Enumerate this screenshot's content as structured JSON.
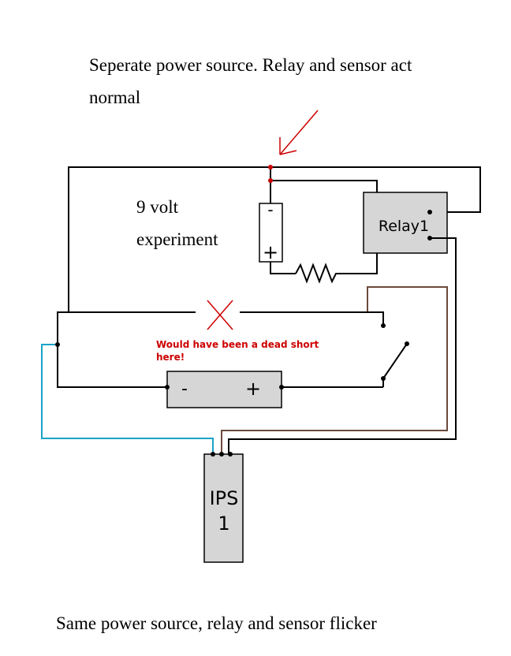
{
  "text": {
    "top_caption_line1": "Seperate power source. Relay and sensor act",
    "top_caption_line2": "normal",
    "experiment_line1": "9 volt",
    "experiment_line2": "experiment",
    "relay_label": "Relay1",
    "battery_small_minus": "-",
    "battery_small_plus": "+",
    "battery_large_minus": "-",
    "battery_large_plus": "+",
    "dead_short_line1": "Would have been a dead short",
    "dead_short_line2": "here!",
    "ips_line1": "IPS",
    "ips_line2": "1",
    "bottom_caption": "Same power source, relay and sensor flicker"
  },
  "colors": {
    "wire": "#000000",
    "component_fill": "#d6d6d6",
    "annotation_red": "#cc0000",
    "brown_wire": "#6b4a3a",
    "cyan_wire": "#1aa3c8"
  }
}
